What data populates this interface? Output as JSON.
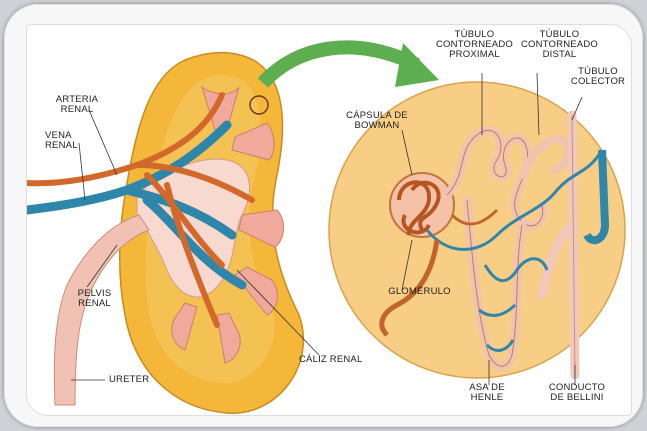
{
  "labels": {
    "arteria_renal": "ARTERIA\nRENAL",
    "vena_renal": "VENA\nRENAL",
    "pelvis_renal": "PELVIS\nRENAL",
    "ureter": "URETER",
    "caliz_renal": "CÁLIZ RENAL",
    "capsula_bowman": "CÁPSULA DE\nBOWMAN",
    "tubulo_proximal": "TÚBULO\nCONTORNEADO\nPROXIMAL",
    "tubulo_distal": "TÚBULO\nCONTORNEADO\nDISTAL",
    "tubulo_colector": "TÚBULO\nCOLECTOR",
    "glomerulo": "GLOMÉRULO",
    "asa_henle": "ASA DE\nHENLE",
    "conducto_bellini": "CONDUCTO\nDE BELLINI"
  },
  "colors": {
    "kidney_cortex": "#f5b73a",
    "kidney_pelvis": "#f7d9cf",
    "artery": "#d2692b",
    "vein": "#2e86a8",
    "ureter": "#f1c2b4",
    "zoom_circle": "#f8cd86",
    "arrow": "#5cae4e"
  }
}
